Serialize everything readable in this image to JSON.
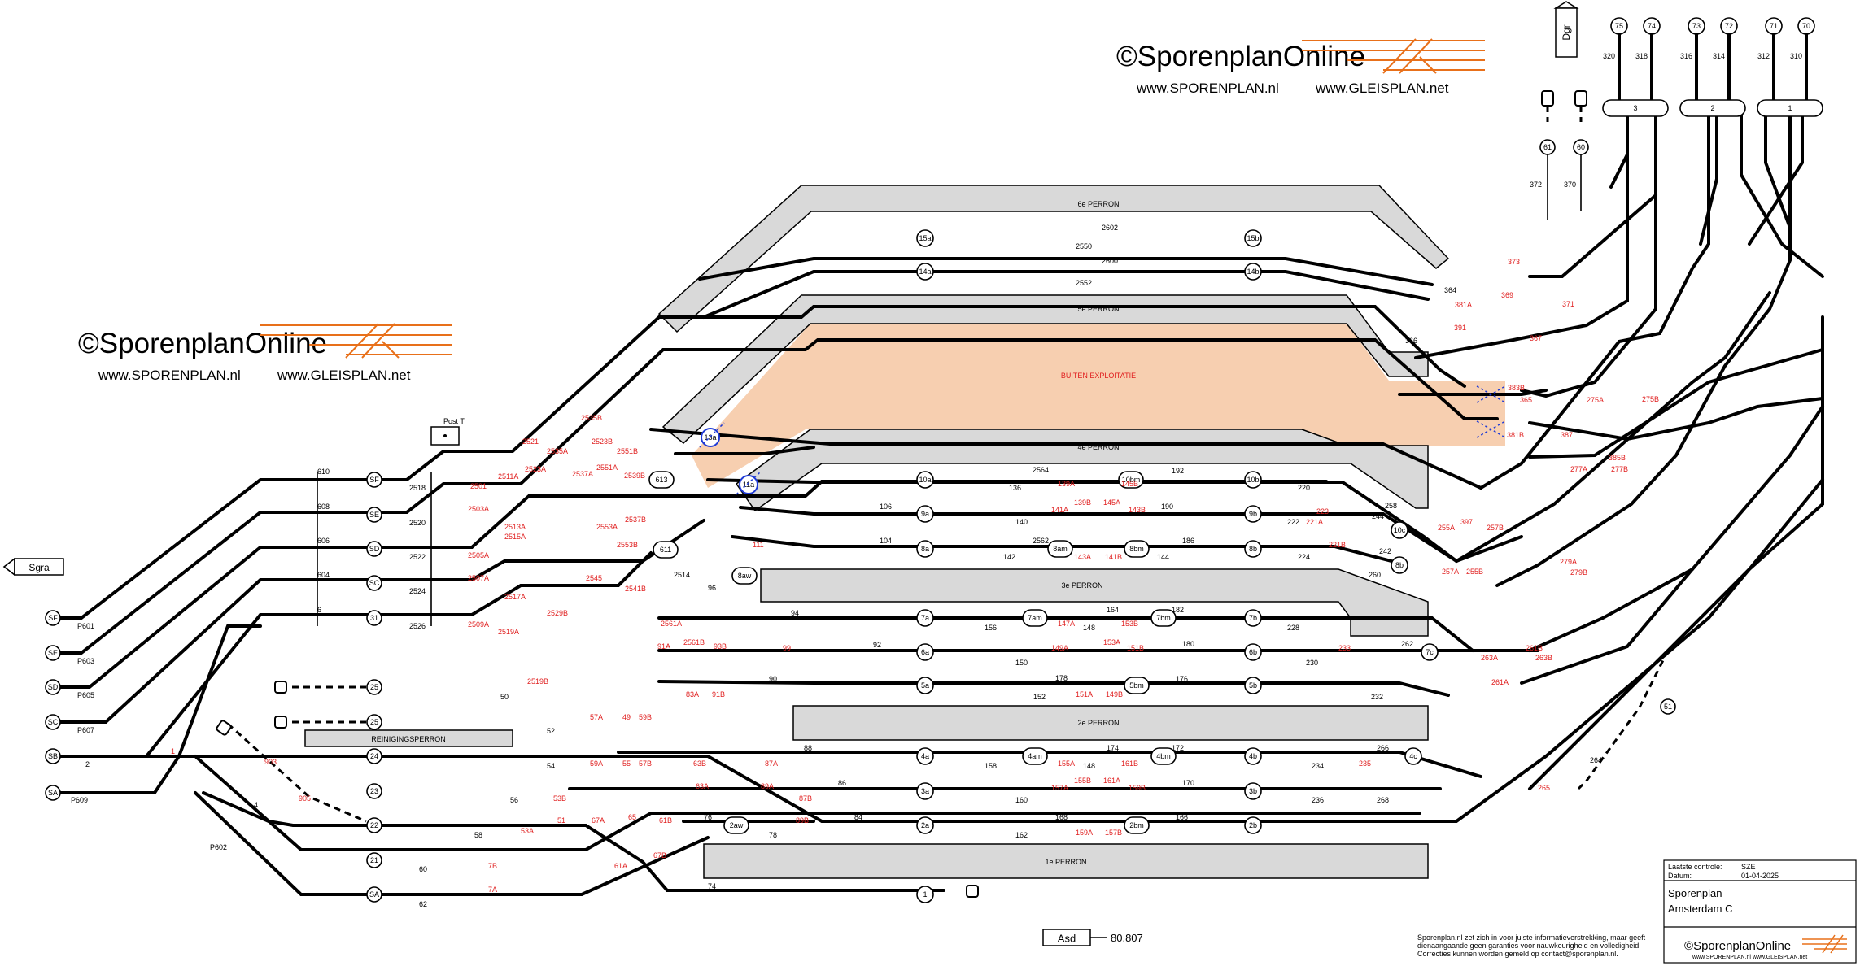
{
  "logo": {
    "copyright": "©",
    "brand": "SporenplanOnline",
    "url1": "www.SPORENPLAN.nl",
    "url2": "www.GLEISPLAN.net"
  },
  "platforms": {
    "p6": "6e PERRON",
    "p5": "5e PERRON",
    "p4": "4e PERRON",
    "p3": "3e PERRON",
    "p2": "2e PERRON",
    "p1": "1e PERRON",
    "outofuse": "BUITEN EXPLOITATIE",
    "cleaning": "REINIGINGSPERRON"
  },
  "directions": {
    "west": "Sgra",
    "north": "Dgr",
    "post": "Post T"
  },
  "left_tracks": [
    {
      "id": "SF",
      "sig": "P601"
    },
    {
      "id": "SE",
      "sig": "P603"
    },
    {
      "id": "SD",
      "sig": "P605"
    },
    {
      "id": "SC",
      "sig": "P607"
    },
    {
      "id": "SB",
      "sig": "2"
    },
    {
      "id": "SA",
      "sig": "P609"
    }
  ],
  "yard_tracks": [
    {
      "id": "SF",
      "sig": "610",
      "sig2": "2518"
    },
    {
      "id": "SE",
      "sig": "608",
      "sig2": "2520"
    },
    {
      "id": "SD",
      "sig": "606",
      "sig2": "2522"
    },
    {
      "id": "SC",
      "sig": "604",
      "sig2": "2524"
    },
    {
      "id": "31",
      "sig": "6",
      "sig2": "2526"
    }
  ],
  "station_tracks": {
    "t15a": "15a",
    "t15b": "15b",
    "t14a": "14a",
    "t14b": "14b",
    "t10a": "10a",
    "t10b": "10b",
    "t10bm": "10bm",
    "t10c": "10c",
    "t9a": "9a",
    "t9b": "9b",
    "t8a": "8a",
    "t8b": "8b",
    "t8am": "8am",
    "t8bm": "8bm",
    "t8aw": "8aw",
    "t7a": "7a",
    "t7b": "7b",
    "t7am": "7am",
    "t7bm": "7bm",
    "t7c": "7c",
    "t6a": "6a",
    "t6b": "6b",
    "t5a": "5a",
    "t5b": "5b",
    "t5bm": "5bm",
    "t4a": "4a",
    "t4b": "4b",
    "t4am": "4am",
    "t4bm": "4bm",
    "t4c": "4c",
    "t3a": "3a",
    "t3b": "3b",
    "t2a": "2a",
    "t2b": "2b",
    "t2aw": "2aw",
    "t2bm": "2bm",
    "t1": "1",
    "t611": "611",
    "t613": "613",
    "t13a": "13a",
    "t11a": "11a"
  },
  "south_tracks": [
    "25",
    "25",
    "24",
    "23",
    "22",
    "21",
    "SA"
  ],
  "top_tracks": [
    "75",
    "74",
    "73",
    "72",
    "71",
    "70"
  ],
  "top_signals": [
    "320",
    "318",
    "316",
    "314",
    "312",
    "310"
  ],
  "top_groups": [
    "3",
    "2",
    "1"
  ],
  "signals": {
    "s2602": "2602",
    "s2550": "2550",
    "s2600": "2600",
    "s2552": "2552",
    "s2564": "2564",
    "s2562": "2562",
    "s2514": "2514",
    "s136": "136",
    "s140": "140",
    "s142": "142",
    "s106": "106",
    "s104": "104",
    "s192": "192",
    "s190": "190",
    "s186": "186",
    "s144": "144",
    "s220": "220",
    "s222": "222",
    "s224": "224",
    "s244": "244",
    "s242": "242",
    "s164": "164",
    "s182": "182",
    "s180": "180",
    "s176": "176",
    "s156": "156",
    "s148": "148",
    "s150": "150",
    "s178": "178",
    "s152": "152",
    "s228": "228",
    "s230": "230",
    "s232": "232",
    "s262": "262",
    "s260": "260",
    "s258": "258",
    "s94": "94",
    "s92": "92",
    "s90": "90",
    "s96": "96",
    "s88": "88",
    "s86": "86",
    "s84": "84",
    "s76": "76",
    "s78": "78",
    "s74": "74",
    "s174": "174",
    "s172": "172",
    "s170": "170",
    "s166": "166",
    "s168": "168",
    "s158": "158",
    "s160": "160",
    "s162": "162",
    "s234": "234",
    "s236": "236",
    "s266": "266",
    "s268": "268",
    "s264": "264",
    "s50": "50",
    "s52": "52",
    "s54": "54",
    "s56": "56",
    "s58": "58",
    "s60": "60",
    "s62": "62",
    "s4": "4",
    "sP602": "P602",
    "s366": "366",
    "s364": "364",
    "s372": "372",
    "s370": "370",
    "s61": "61",
    "s60b": "60",
    "s51": "51"
  },
  "switches": {
    "w2501": "2501",
    "w2503A": "2503A",
    "w2505A": "2505A",
    "w2507A": "2507A",
    "w2509A": "2509A",
    "w2511A": "2511A",
    "w2513A": "2513A",
    "w2515A": "2515A",
    "w2517A": "2517A",
    "w2519A": "2519A",
    "w2521": "2521",
    "w2523A": "2523A",
    "w2523B": "2523B",
    "w2535A": "2535A",
    "w2535B": "2535B",
    "w2537A": "2537A",
    "w2537B": "2537B",
    "w2539B": "2539B",
    "w2551A": "2551A",
    "w2551B": "2551B",
    "w2553A": "2553A",
    "w2553B": "2553B",
    "w2541B": "2541B",
    "w2561A": "2561A",
    "w2561B": "2561B",
    "w2545": "2545",
    "w2519B": "2519B",
    "w2529B": "2529B",
    "w139A": "139A",
    "w145B": "145B",
    "w141A": "141A",
    "w139B": "139B",
    "w145A": "145A",
    "w143B": "143B",
    "w143A": "143A",
    "w141B": "141B",
    "w223": "223",
    "w221A": "221A",
    "w221B": "221B",
    "w255A": "255A",
    "w257A": "257A",
    "w255B": "255B",
    "w397": "397",
    "w257B": "257B",
    "w111": "111",
    "w99": "99",
    "w91A": "91A",
    "w93B": "93B",
    "w83A": "83A",
    "w91B": "91B",
    "w147A": "147A",
    "w153B": "153B",
    "w149A": "149A",
    "w151B": "151B",
    "w153A": "153A",
    "w151A": "151A",
    "w149B": "149B",
    "w233": "233",
    "w263A": "263A",
    "w261A": "261A",
    "w261B": "261B",
    "w263B": "263B",
    "w279A": "279A",
    "w279B": "279B",
    "w275A": "275A",
    "w275B": "275B",
    "w277A": "277A",
    "w277B": "277B",
    "w383B": "383B",
    "w381B": "381B",
    "w385B": "385B",
    "w365": "365",
    "w387": "387",
    "w391": "391",
    "w381A": "381A",
    "w367": "367",
    "w369": "369",
    "w371": "371",
    "w373": "373",
    "w57A": "57A",
    "w49": "49",
    "w59B": "59B",
    "w59A": "59A",
    "w55": "55",
    "w57B": "57B",
    "w63B": "63B",
    "w87A": "87A",
    "w63A": "63A",
    "w89A": "89A",
    "w87B": "87B",
    "w89B": "89B",
    "w155A": "155A",
    "w161B": "161B",
    "w157A": "157A",
    "w155B": "155B",
    "w161A": "161A",
    "w159B": "159B",
    "w159A": "159A",
    "w157B": "157B",
    "w235": "235",
    "w265": "265",
    "w51": "51",
    "w53A": "53A",
    "w53B": "53B",
    "w67A": "67A",
    "w65": "65",
    "w61B": "61B",
    "w61A": "61A",
    "w67B": "67B",
    "w7B": "7B",
    "w7A": "7A",
    "w903": "903",
    "w905": "905",
    "w1": "1"
  },
  "footer": {
    "km_label": "Asd",
    "km_value": "80.807",
    "disclaimer1": "Sporenplan.nl zet zich in voor juiste informatieverstrekking, maar geeft",
    "disclaimer2": "dienaangaande geen garanties voor nauwkeurigheid en volledigheid.",
    "disclaimer3": "Correcties kunnen worden gemeld op contact@sporenplan.nl.",
    "check_label": "Laatste controle:",
    "check_value": "SZE",
    "date_label": "Datum:",
    "date_value": "01-04-2025",
    "title1": "Sporenplan",
    "title2": "Amsterdam C"
  }
}
